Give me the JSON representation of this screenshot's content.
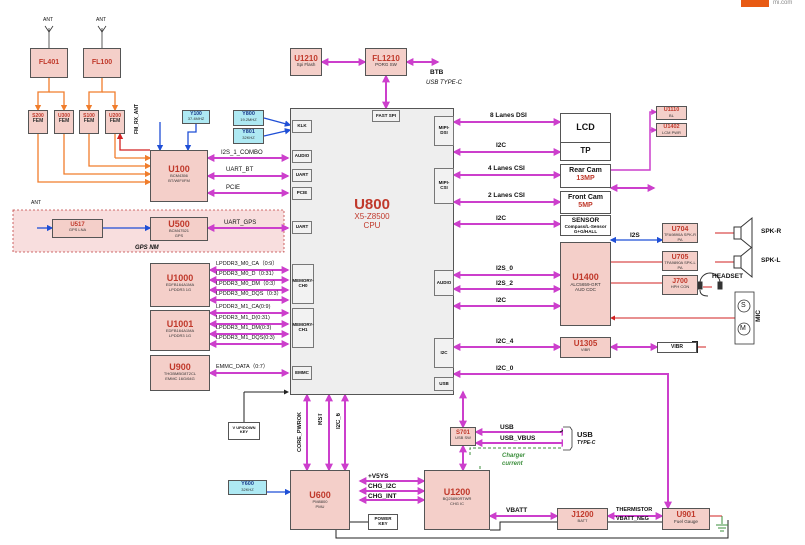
{
  "corner": {
    "brand_text": "mi.com"
  },
  "antennas": {
    "a1": "ANT",
    "a2": "ANT",
    "a3": "ANT"
  },
  "cpu": {
    "name": "U800",
    "model": "X5-Z8500",
    "type": "CPU",
    "ports": {
      "clk": "KLK",
      "audio": "AUDIO",
      "uart": "UART",
      "pcie": "PCIE",
      "uart2": "UART",
      "mem0": "MEMORY-CH0",
      "mem1": "MEMORY-CH1",
      "emmc": "EMMC",
      "fastspi": "FAST SPI",
      "mipi_dsi": "MIPI-DSI",
      "mipi_csi": "MIPI-CSI",
      "audio_r": "AUDIO",
      "i2c": "I2C",
      "usb": "USB"
    }
  },
  "blocks": {
    "fl401": {
      "name": "FL401"
    },
    "fl100": {
      "name": "FL100"
    },
    "s200": {
      "name": "S200",
      "sub": "FEM"
    },
    "u300": {
      "name": "U300",
      "sub": "FEM"
    },
    "s100": {
      "name": "S100",
      "sub": "FEM"
    },
    "u200": {
      "name": "U200",
      "sub": "FEM"
    },
    "y100": {
      "name": "Y100",
      "sub": "37.4MHZ"
    },
    "y800": {
      "name": "Y800",
      "sub": "19.2MHZ"
    },
    "y801": {
      "name": "Y801",
      "sub": "32KHZ"
    },
    "u100": {
      "name": "U100",
      "sub1": "BCM4356",
      "sub2": "BT/WIFI/FM"
    },
    "u517": {
      "name": "U517",
      "sub": "GPS LNA"
    },
    "u500": {
      "name": "U500",
      "sub1": "BCM47521",
      "sub2": "GPS"
    },
    "u1000": {
      "name": "U1000",
      "sub1": "EDFB164A1MA",
      "sub2": "LPDDR3 1G"
    },
    "u1001": {
      "name": "U1001",
      "sub1": "EDFB164A1MA",
      "sub2": "LPDDR3 1G"
    },
    "u900": {
      "name": "U900",
      "sub1": "THGBMBG8T2CL",
      "sub2": "EMMC 16G/64G"
    },
    "vkey": {
      "name": "V UP/DOWN",
      "sub": "KEY"
    },
    "y600": {
      "name": "Y600",
      "sub": "32KHZ"
    },
    "u600": {
      "name": "U600",
      "sub1": "PM8800",
      "sub2": "PMU"
    },
    "powerkey": {
      "name": "POWER",
      "sub": "KEY"
    },
    "u1200": {
      "name": "U1200",
      "sub1": "BQ25890RTWR",
      "sub2": "CHG IC"
    },
    "s701": {
      "name": "S701",
      "sub": "USB SW"
    },
    "u1210": {
      "name": "U1210",
      "sub": "Spi Flash"
    },
    "fl1210": {
      "name": "FL1210",
      "sub": "PORG SW"
    },
    "lcd": {
      "name": "LCD"
    },
    "tp": {
      "name": "TP"
    },
    "u1110": {
      "name": "U1110",
      "sub": "BL"
    },
    "u1402": {
      "name": "U1402",
      "sub": "LCM PWR"
    },
    "rearcam": {
      "name": "Rear Cam",
      "sub": "13MP"
    },
    "frontcam": {
      "name": "Front Cam",
      "sub": "5MP"
    },
    "sensor": {
      "name": "SENSOR",
      "sub1": "Compass/L-Sensor",
      "sub2": "G+G/HALL"
    },
    "u704": {
      "name": "U704",
      "sub": "TFA9890A SPK-R PA"
    },
    "u705": {
      "name": "U705",
      "sub": "TFA9890A SPK-L PA"
    },
    "j700": {
      "name": "J700",
      "sub": "HPH CON"
    },
    "u1400": {
      "name": "U1400",
      "sub1": "ALC5659-GRT",
      "sub2": "AUD CDC"
    },
    "u1305": {
      "name": "U1305",
      "sub": "VIBR"
    },
    "vibr": {
      "name": "VIBR"
    },
    "j1200": {
      "name": "J1200",
      "sub": "BATT"
    },
    "u901": {
      "name": "U901",
      "sub": "Fuel Gauge"
    }
  },
  "signals": {
    "fm_rx_ant": "FM_RX_ANT",
    "i2s_combo": "I2S_1_COMBO",
    "uart_bt": "UART_BT",
    "pcie": "PCIE",
    "uart_gps": "UART_GPS",
    "gps_nm": "GPS NM",
    "lpddr_0": "LPDDR3_M0_CA（0:9）",
    "lpddr_1": "LPDDR3_M0_D（0:31）",
    "lpddr_2": "LPDDR3_M0_DM（0:3）",
    "lpddr_3": "LPDDR3_M0_DQS（0:3）",
    "lpddr_4": "LPDDR3_M1_CA(0:9)",
    "lpddr_5": "LPDDR3_M1_D(0:31)",
    "lpddr_6": "LPDDR3_M1_DM(0:3)",
    "lpddr_7": "LPDDR3_M1_DQS(0:3)",
    "emmc_data": "EMMC_DATA（0:7）",
    "btb": "BTB",
    "usb_type_c_top": "USB  TYPE-C",
    "dsi": "8 Lanes DSI",
    "i2c_lcd": "I2C",
    "csi4": "4 Lanes CSI",
    "csi2": "2 Lanes CSI",
    "i2c_sensor": "I2C",
    "i2s": "I2S",
    "i2s_0": "I2S_0",
    "i2s_2": "I2S_2",
    "i2c_aud": "I2C",
    "i2c_4": "I2C_4",
    "i2c_0": "I2C_0",
    "spk_r": "SPK-R",
    "spk_l": "SPK-L",
    "headset": "HEADSET",
    "mic": "MIC",
    "core_pwrok": "CORE_PWROK",
    "rst": "RST",
    "i2c_6": "I2C_6",
    "v5sys": "+V5YS",
    "chg_i2c": "CHG_I2C",
    "chg_int": "CHG_INT",
    "usb": "USB",
    "usb_vbus": "USB_VBUS",
    "usb_type_c": "USB",
    "usb_type_c_sub": "TYPE-C",
    "charger_current_1": "Charger",
    "charger_current_2": "current",
    "vbatt": "VBATT",
    "thermistor": "THERMISTOR",
    "vbatt_neg": "VBATT_NEG",
    "speaker_s": "S",
    "mic_m": "M"
  },
  "colors": {
    "magenta": "#cc3fcc",
    "orange": "#f07d2c",
    "blue": "#1f4fd6",
    "red": "#d22020",
    "pink_fill": "#f4cfc9",
    "cyan_fill": "#aee9f3",
    "green_dash": "#3d8f3d"
  }
}
